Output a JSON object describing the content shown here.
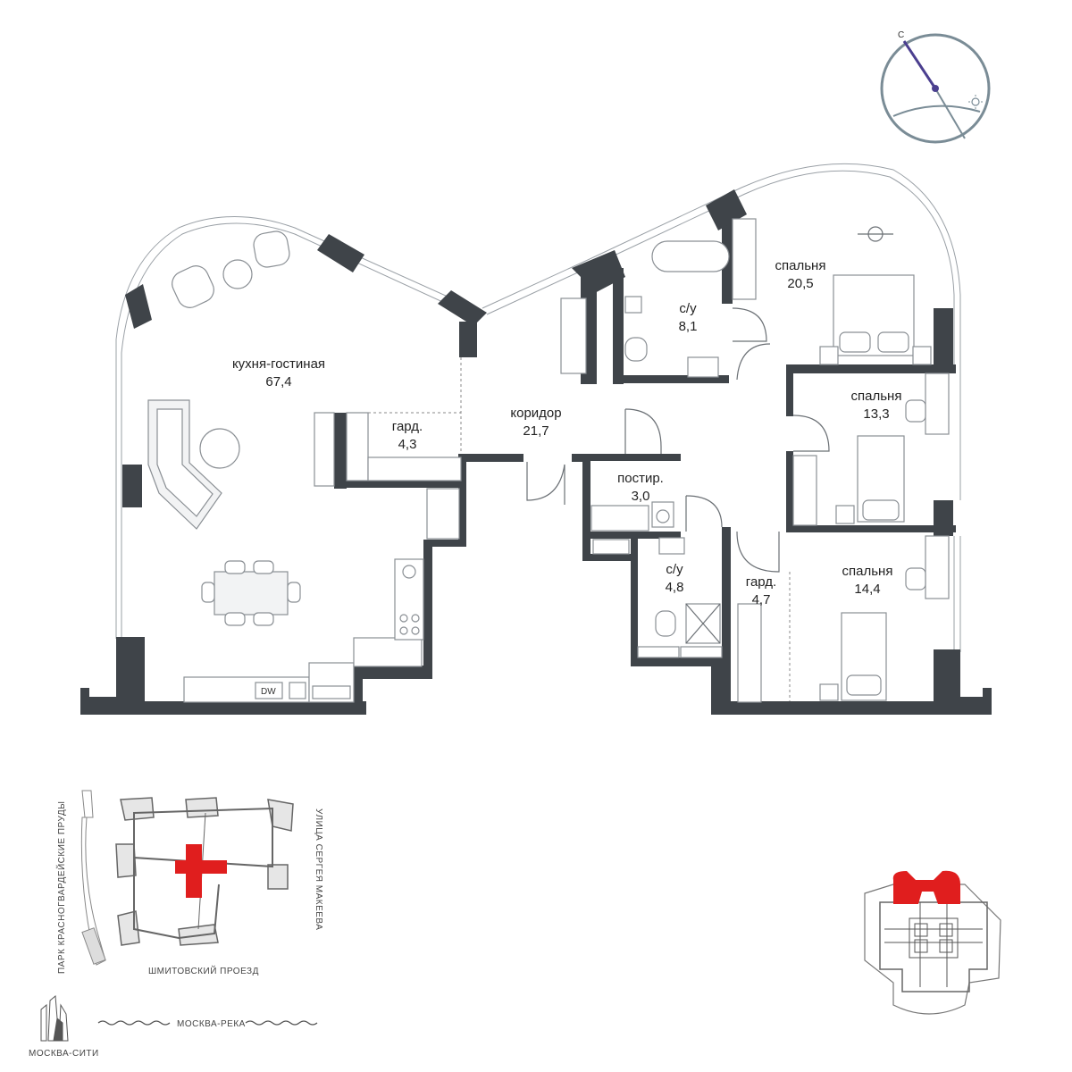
{
  "rooms": [
    {
      "name": "кухня-гостиная",
      "area": "67,4"
    },
    {
      "name": "гард.",
      "area": "4,3"
    },
    {
      "name": "коридор",
      "area": "21,7"
    },
    {
      "name": "с/у",
      "area": "8,1"
    },
    {
      "name": "спальня",
      "area": "20,5"
    },
    {
      "name": "спальня",
      "area": "13,3"
    },
    {
      "name": "постир.",
      "area": "3,0"
    },
    {
      "name": "с/у",
      "area": "4,8"
    },
    {
      "name": "гард.",
      "area": "4,7"
    },
    {
      "name": "спальня",
      "area": "14,4"
    }
  ],
  "appliance_label": "DW",
  "compass": {
    "north_label": "С",
    "colors": {
      "ring": "#7a8c96",
      "needle": "#4b3f8f"
    }
  },
  "site_map": {
    "park_label": "ПАРК КРАСНОГВАРДЕЙСКИЕ ПРУДЫ",
    "street_label": "УЛИЦА СЕРГЕЯ МАКЕЕВА",
    "passage_label": "ШМИТОВСКИЙ ПРОЕЗД",
    "river_label": "МОСКВА-РЕКА",
    "city_label": "МОСКВА-СИТИ"
  },
  "colors": {
    "highlight": "#e01e1e",
    "wall": "#3f4449"
  }
}
